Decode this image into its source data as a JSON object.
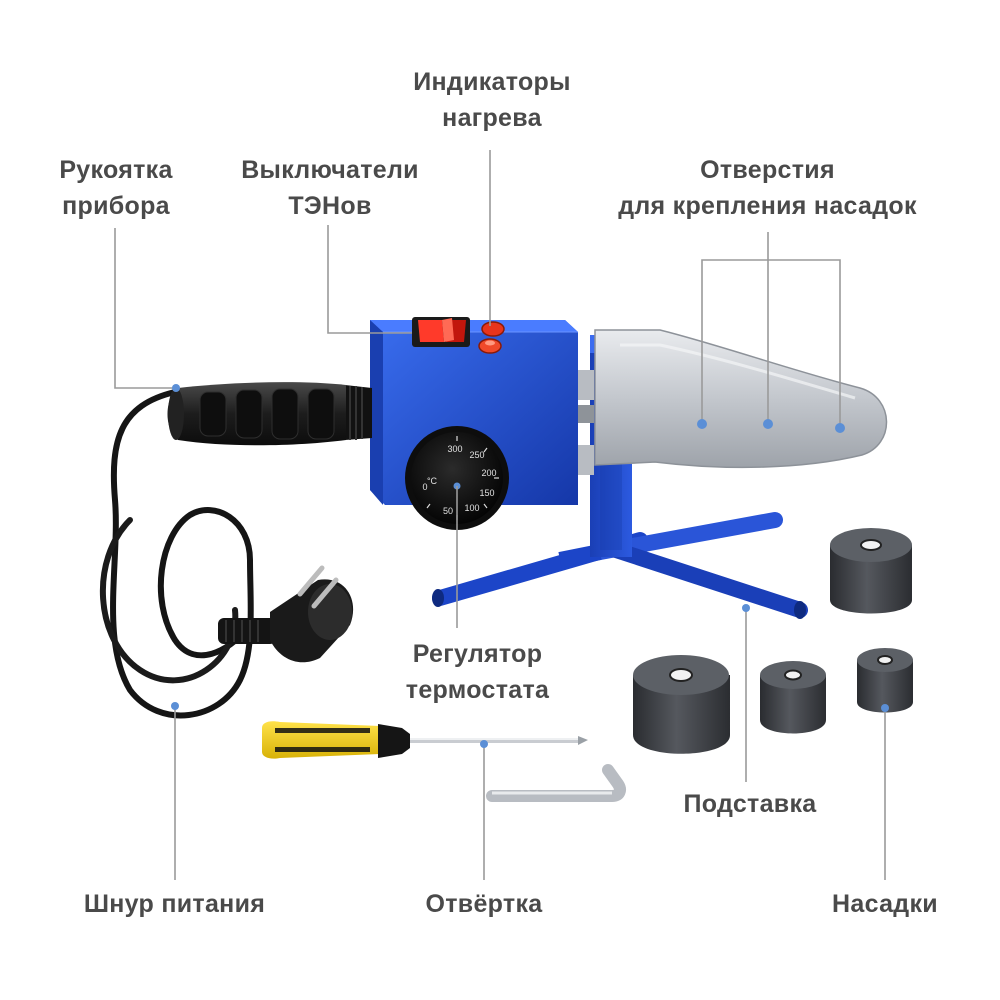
{
  "labels": {
    "indicators": {
      "line1": "Индикаторы",
      "line2": "нагрева"
    },
    "handle": {
      "line1": "Рукоятка",
      "line2": "прибора"
    },
    "switches": {
      "line1": "Выключатели",
      "line2": "ТЭНов"
    },
    "holes": {
      "line1": "Отверстия",
      "line2": "для крепления насадок"
    },
    "thermostat": {
      "line1": "Регулятор",
      "line2": "термостата"
    },
    "stand": "Подставка",
    "cord": "Шнур питания",
    "screwdriver": "Отвёртка",
    "nozzles": "Насадки"
  },
  "dial": {
    "ticks": [
      "300",
      "250",
      "200",
      "150",
      "100",
      "50"
    ],
    "unit": "°C",
    "off": "0"
  },
  "colors": {
    "label_text": "#4a4a4a",
    "leader_line": "#9a9a9a",
    "pointer_dot": "#5b8fd6",
    "body_blue": "#1f4fd1",
    "switch_red": "#e02418",
    "nozzle_gray": "#3c3e42",
    "plate_silver": "#c9ccd1",
    "screwdriver_yellow": "#f3d21a"
  }
}
